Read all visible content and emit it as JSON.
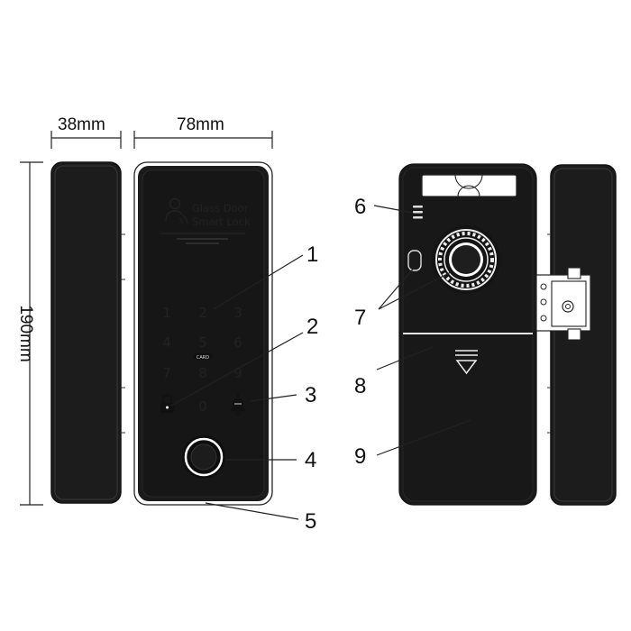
{
  "dimensions": {
    "depth": "38mm",
    "width": "78mm",
    "height": "190mm"
  },
  "front_panel": {
    "brand_line1": "Glass Door",
    "brand_line2": "Smart Lock",
    "keypad": [
      "1",
      "2",
      "3",
      "4",
      "5",
      "6",
      "7",
      "8",
      "9",
      "0"
    ],
    "card_label": "CARD"
  },
  "callouts": [
    "1",
    "2",
    "3",
    "4",
    "5",
    "6",
    "7",
    "8",
    "9"
  ],
  "icons": {
    "brand": "user-wireless-icon",
    "lock": "padlock-icon",
    "bell": "doorbell-icon",
    "fingerprint": "fingerprint-ring-icon",
    "inner_knob": "thumb-turn-knob-icon",
    "battery_cover_arrow": "down-triangle-icon"
  }
}
